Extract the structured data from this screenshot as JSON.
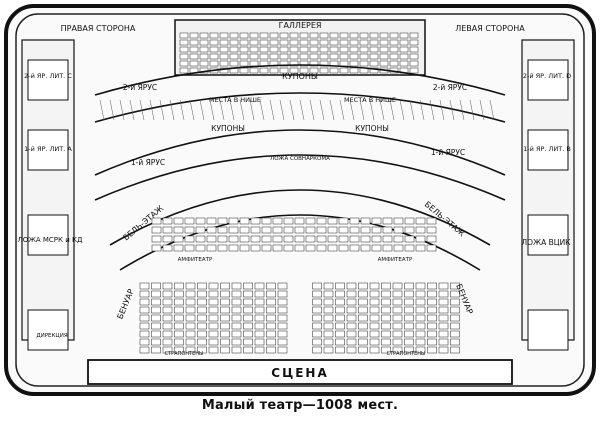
{
  "labels": {
    "gallery": "ГАЛЛЕРЕЯ",
    "right_side": "ПРАВАЯ СТОРОНА",
    "left_side": "ЛЕВАЯ СТОРОНА",
    "kupony": "КУПОНЫ",
    "tier2": "2-й ЯРУС",
    "tier1": "1-й ЯРУС",
    "niche": "МЕСТА В НИШЕ",
    "sovnarkom": "ЛОЖА СОВНАРКОМА",
    "beletazh": "БЕЛЬ-ЭТАЖ",
    "amfiteatr": "АМФИТЕАТР",
    "strapontiny": "СТРАПОНТЕНЫ",
    "benuar": "БЕНУАР",
    "stage": "СЦЕНА",
    "box_mosk": "ЛОЖА МСРК и КД",
    "box_vcik": "ЛОЖА ВЦИК",
    "directorate": "ДИРЕКЦИЯ",
    "lit_c": "2-й ЯР. ЛИТ. С",
    "lit_d": "2-й ЯР. ЛИТ. D",
    "lit_a": "1-й ЯР. ЛИТ. А",
    "lit_b": "1-й ЯР. ЛИТ. В"
  },
  "caption": "Малый театр—1008 мест."
}
